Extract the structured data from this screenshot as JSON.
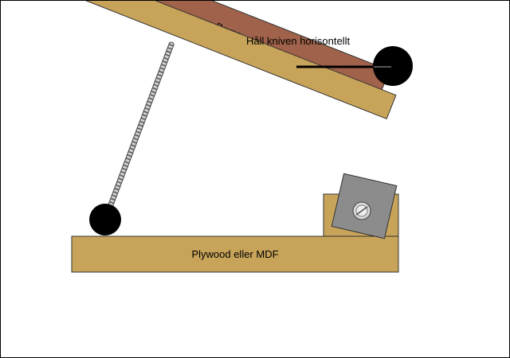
{
  "labels": {
    "instruction": "Håll kniven horisontellt",
    "stone": "Bryne",
    "base": "Plywood eller MDF"
  },
  "colors": {
    "wood": "#c8a45a",
    "stone": "#a0624a",
    "clamp_plate": "#8c8c8c",
    "screw_head": "#d8d8d8",
    "knob": "#000000",
    "outline": "#333333",
    "threaded_rod": "#bfbfbf",
    "nut": "#f0f0f0"
  },
  "icons": {
    "knife": "knife-handle-icon",
    "knob": "knob-icon",
    "screw": "screw-head-icon"
  }
}
